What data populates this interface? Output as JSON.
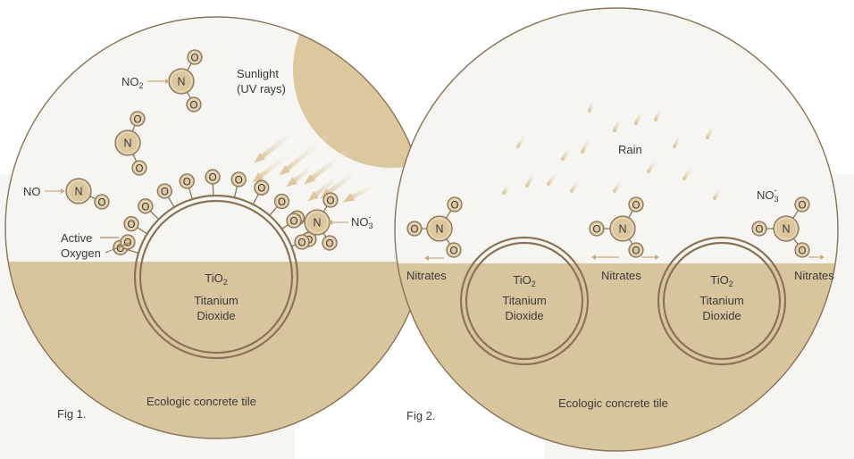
{
  "colors": {
    "ground": "#d9c59d",
    "air": "#f6f5f2",
    "atom_fill": "#dcc79f",
    "atom_stroke": "#8a7457",
    "tio2_ring": "#8a7457",
    "text": "#3a3a3a"
  },
  "symbols": {
    "nitrogen": "N",
    "oxygen": "O"
  },
  "fig1": {
    "caption": "Fig 1.",
    "tile_label": "Ecologic concrete tile",
    "sunlight_line1": "Sunlight",
    "sunlight_line2": "(UV rays)",
    "no2_base": "NO",
    "no2_sub": "2",
    "no_label": "NO",
    "no3_base": "NO",
    "no3_sub": "3",
    "no3_sup": "-",
    "active_line1": "Active",
    "active_line2": "Oxygen",
    "tio2_base": "TiO",
    "tio2_sub": "2",
    "tio2_line2": "Titanium",
    "tio2_line3": "Dioxide"
  },
  "fig2": {
    "caption": "Fig 2.",
    "tile_label": "Ecologic concrete tile",
    "rain_label": "Rain",
    "nitrates_left": "Nitrates",
    "nitrates_mid": "Nitrates",
    "nitrates_right": "Nitrates",
    "no3_base": "NO",
    "no3_sub": "3",
    "no3_sup": "-",
    "tio2_left_base": "TiO",
    "tio2_left_sub": "2",
    "tio2_left_line2": "Titanium",
    "tio2_left_line3": "Dioxide",
    "tio2_right_base": "TiO",
    "tio2_right_sub": "2",
    "tio2_right_line2": "Titanium",
    "tio2_right_line3": "Dioxide"
  }
}
